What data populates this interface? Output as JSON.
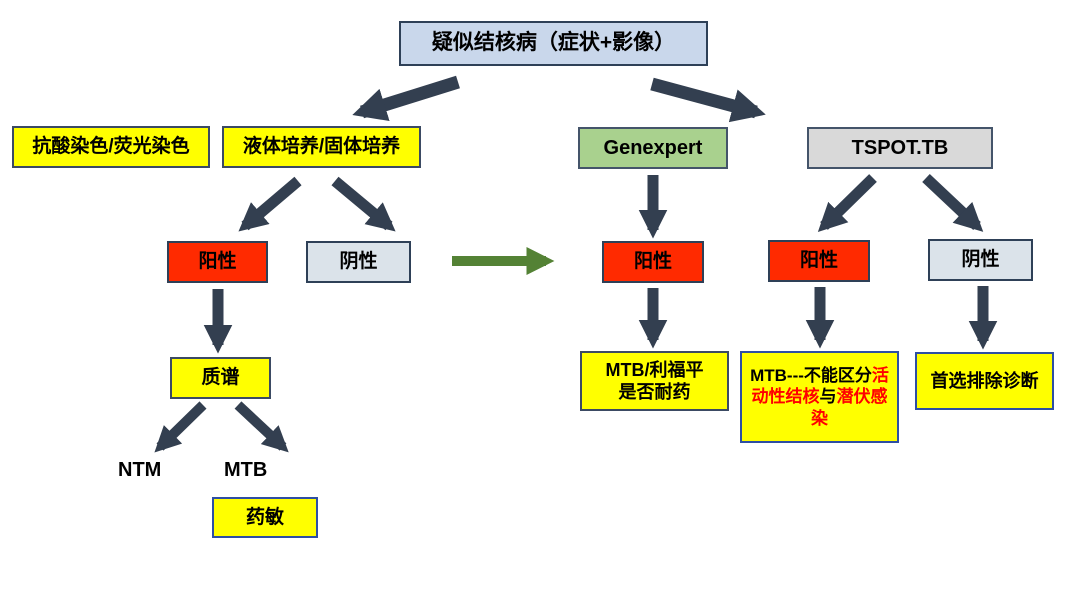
{
  "diagram": {
    "subject": "tuberculosis-diagnosis-flowchart",
    "nodes": {
      "suspected_tb": {
        "label": "疑似结核病（症状+影像）"
      },
      "stain": {
        "label": "抗酸染色/荧光染色"
      },
      "culture": {
        "label": "液体培养/固体培养"
      },
      "genexpert": {
        "label": "Genexpert"
      },
      "tspot": {
        "label": "TSPOT.TB"
      },
      "culture_positive": {
        "label": "阳性"
      },
      "culture_negative": {
        "label": "阴性"
      },
      "genexpert_positive": {
        "label": "阳性"
      },
      "tspot_positive": {
        "label": "阳性"
      },
      "tspot_negative": {
        "label": "阴性"
      },
      "mass_spec": {
        "label": "质谱"
      },
      "ntm": {
        "label": "NTM"
      },
      "mtb": {
        "label": "MTB"
      },
      "drug_sensitivity": {
        "label": "药敏"
      },
      "rifampin": {
        "line1": "MTB/利福平",
        "line2": "是否耐药"
      },
      "distinguish": {
        "parts": [
          {
            "text": "MTB---不能区分",
            "color": "#000000"
          },
          {
            "text": "活动性结核",
            "color": "#ff0000"
          },
          {
            "text": "与",
            "color": "#000000"
          },
          {
            "text": "潜伏感染",
            "color": "#ff0000"
          }
        ]
      },
      "rule_out": {
        "label": "首选排除诊断"
      }
    },
    "colors": {
      "node_blue": "#c9d7eb",
      "node_yellow": "#ffff00",
      "node_green": "#a9d18e",
      "node_gray": "#d9d9d9",
      "node_red": "#ff2a00",
      "node_lightblue": "#dbe3ea",
      "border_navy": "#2e4057",
      "border_royal_blue": "#2e4fa3",
      "arrow_dark": "#333f50",
      "arrow_green": "#548235",
      "highlight_red": "#ff0000"
    }
  }
}
